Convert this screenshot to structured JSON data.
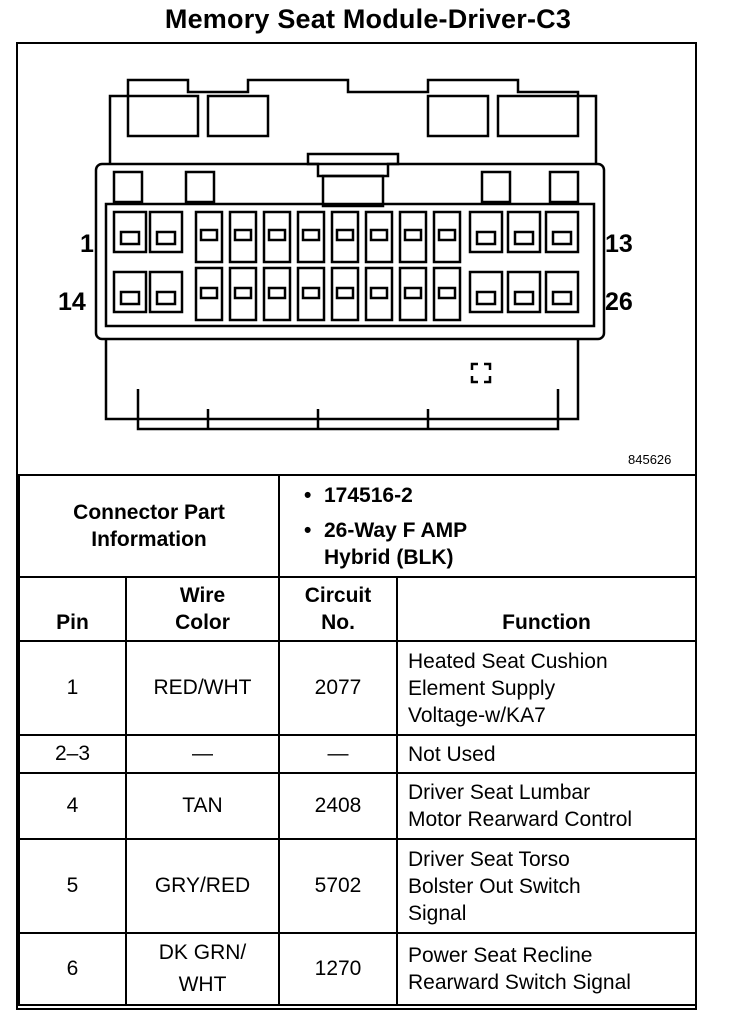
{
  "title": "Memory Seat Module-Driver-C3",
  "diagram": {
    "pin_labels": {
      "top_left": "1",
      "top_right": "13",
      "bottom_left": "14",
      "bottom_right": "26"
    },
    "figure_number": "845626"
  },
  "connector": {
    "label_line1": "Connector Part",
    "label_line2": "Information",
    "part_number": "174516-2",
    "description_line1": "26-Way F AMP",
    "description_line2": "Hybrid (BLK)",
    "bullet": "•"
  },
  "table": {
    "headers": {
      "pin": "Pin",
      "wire_color_line1": "Wire",
      "wire_color_line2": "Color",
      "circuit_line1": "Circuit",
      "circuit_line2": "No.",
      "function": "Function"
    },
    "rows": [
      {
        "pin": "1",
        "wire": "RED/WHT",
        "circuit": "2077",
        "function_lines": [
          "Heated Seat Cushion",
          "Element Supply",
          "Voltage-w/KA7"
        ]
      },
      {
        "pin": "2–3",
        "wire": "—",
        "circuit": "—",
        "function_lines": [
          "Not Used"
        ]
      },
      {
        "pin": "4",
        "wire": "TAN",
        "circuit": "2408",
        "function_lines": [
          "Driver Seat Lumbar",
          "Motor Rearward Control"
        ]
      },
      {
        "pin": "5",
        "wire": "GRY/RED",
        "circuit": "5702",
        "function_lines": [
          "Driver Seat Torso",
          "Bolster Out Switch",
          "Signal"
        ]
      },
      {
        "pin": "6",
        "wire_lines": [
          "DK GRN/",
          "WHT"
        ],
        "circuit": "1270",
        "function_lines": [
          "Power Seat Recline",
          "Rearward Switch Signal"
        ]
      }
    ]
  }
}
